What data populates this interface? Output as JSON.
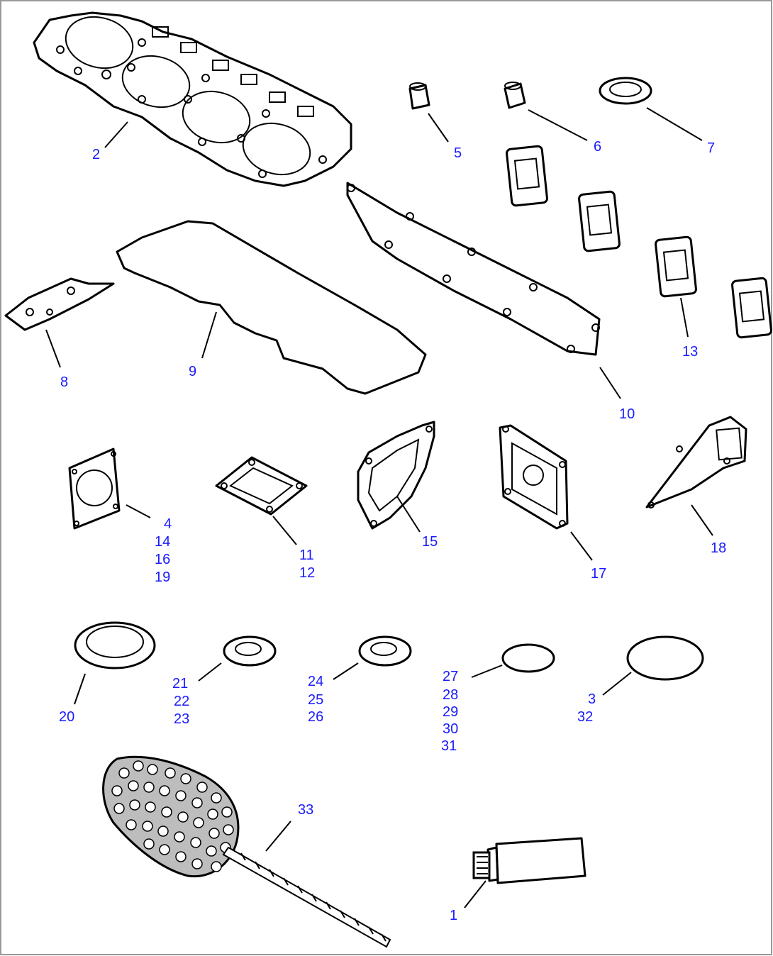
{
  "callouts": {
    "c1": "1",
    "c2": "2",
    "c3": "3",
    "c32": "32",
    "c4": "4",
    "c14": "14",
    "c16": "16",
    "c19": "19",
    "c5": "5",
    "c6": "6",
    "c7": "7",
    "c8": "8",
    "c9": "9",
    "c10": "10",
    "c11": "11",
    "c12": "12",
    "c13": "13",
    "c15": "15",
    "c17": "17",
    "c18": "18",
    "c20": "20",
    "c21": "21",
    "c22": "22",
    "c23": "23",
    "c24": "24",
    "c25": "25",
    "c26": "26",
    "c27": "27",
    "c28": "28",
    "c29": "29",
    "c30": "30",
    "c31": "31",
    "c33": "33"
  },
  "colors": {
    "callout": "#1a1aff",
    "line": "#000000",
    "border": "#999999"
  }
}
